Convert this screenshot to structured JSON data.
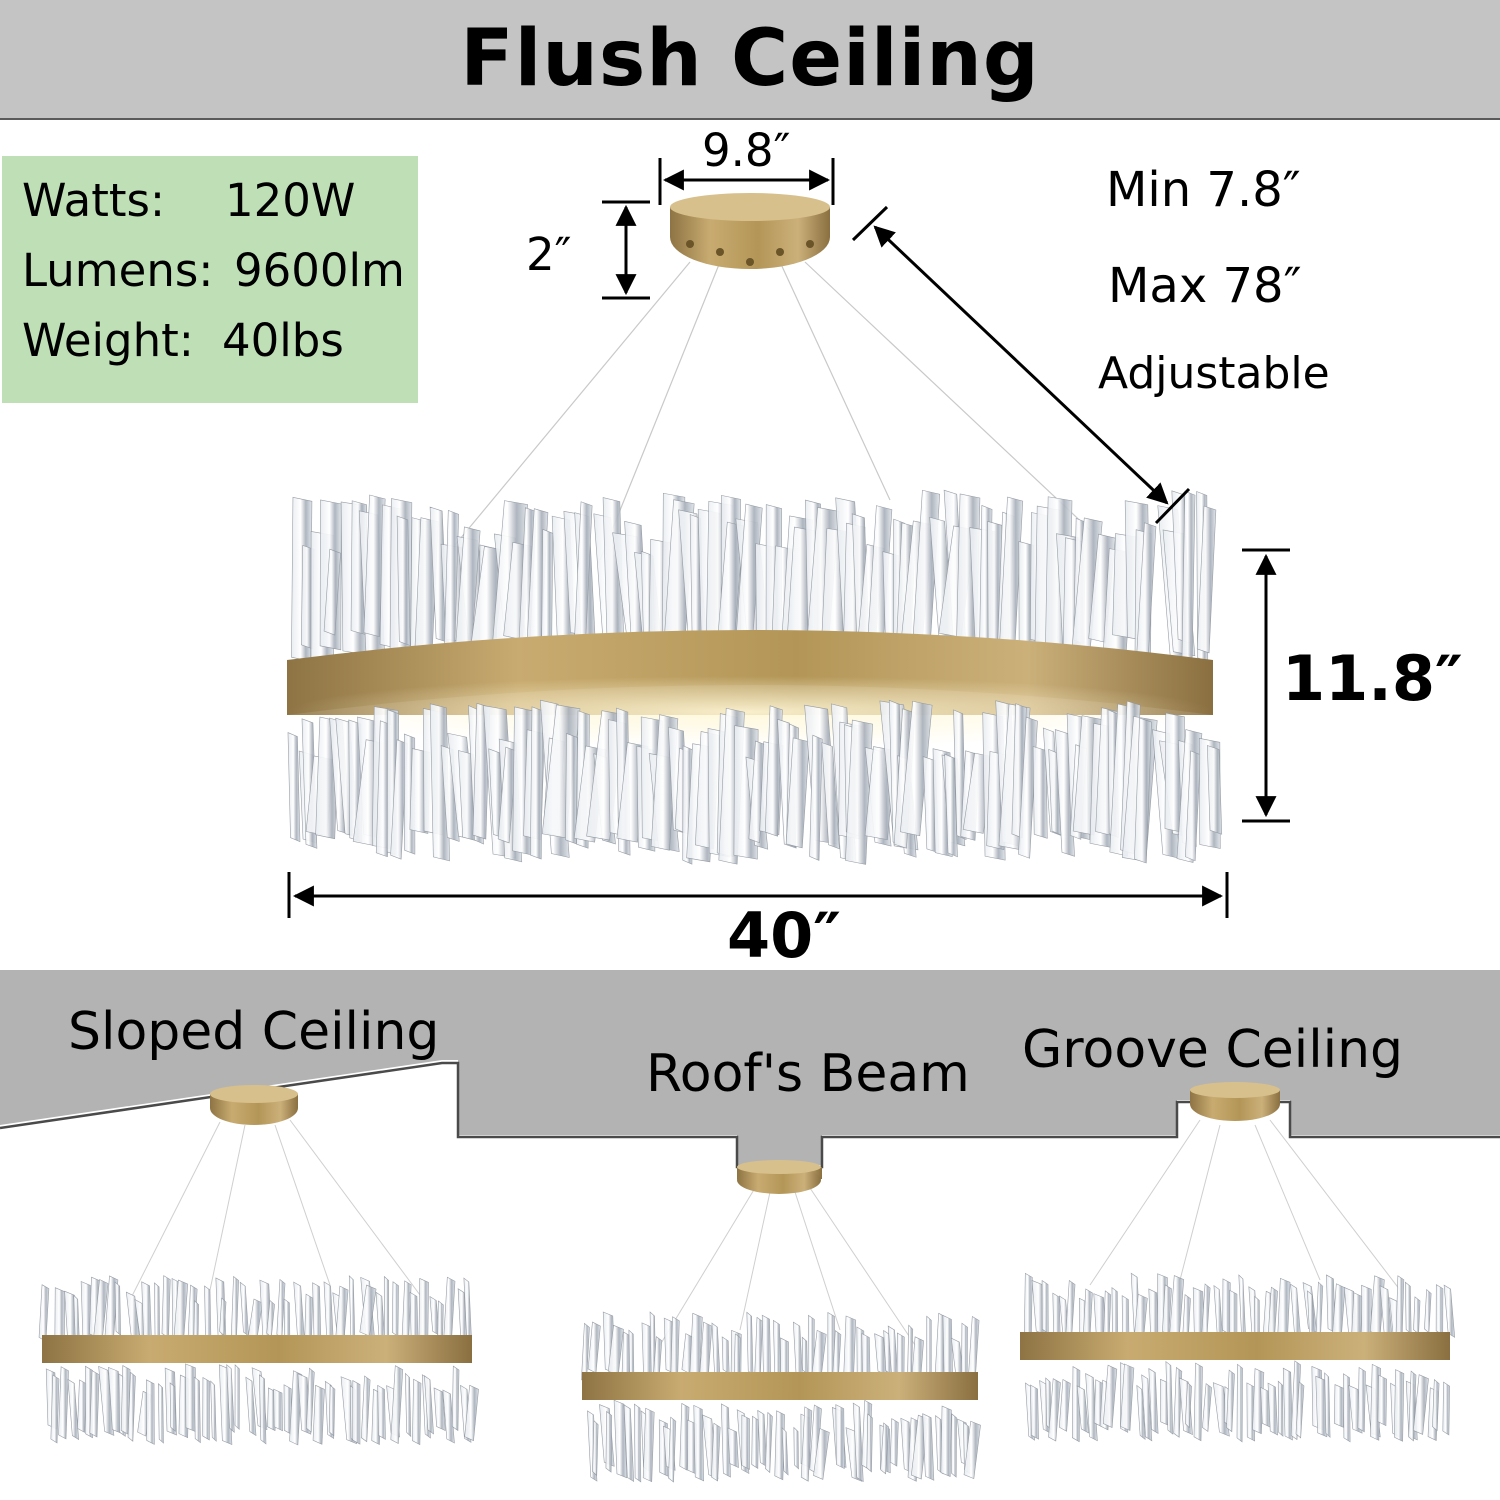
{
  "header": {
    "title": "Flush Ceiling"
  },
  "specs": [
    {
      "label": "Watts:",
      "value": "120W"
    },
    {
      "label": "Lumens:",
      "value": "9600lm"
    },
    {
      "label": "Weight:",
      "value": "40lbs"
    }
  ],
  "dimensions": {
    "canopy_width": "9.8″",
    "canopy_height": "2″",
    "ring_height": "11.8″",
    "ring_width": "40″",
    "cable_min": "Min 7.8″",
    "cable_max": "Max 78″",
    "cable_note": "Adjustable"
  },
  "installations": {
    "sloped": "Sloped Ceiling",
    "beam": "Roof's Beam",
    "groove": "Groove Ceiling"
  },
  "colors": {
    "banner": "#c4c4c4",
    "spec_panel": "#bfe0b7",
    "brass": "#b89a5c",
    "ceiling_gray": "#b3b3b3"
  }
}
